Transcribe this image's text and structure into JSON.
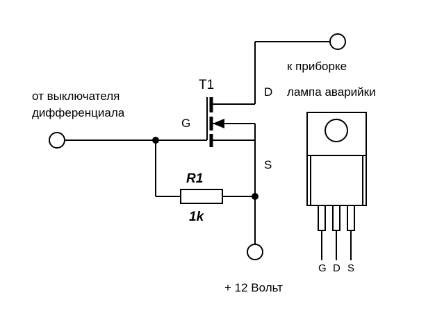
{
  "labels": {
    "input_line1": "от выключателя",
    "input_line2": "дифференциала",
    "transistor": "T1",
    "gate": "G",
    "drain": "D",
    "source": "S",
    "to_panel": "к приборке",
    "lamp": "лампа аварийки",
    "resistor_name": "R1",
    "resistor_value": "1k",
    "supply": "+ 12 Вольт"
  },
  "package_pins": [
    "G",
    "D",
    "S"
  ]
}
